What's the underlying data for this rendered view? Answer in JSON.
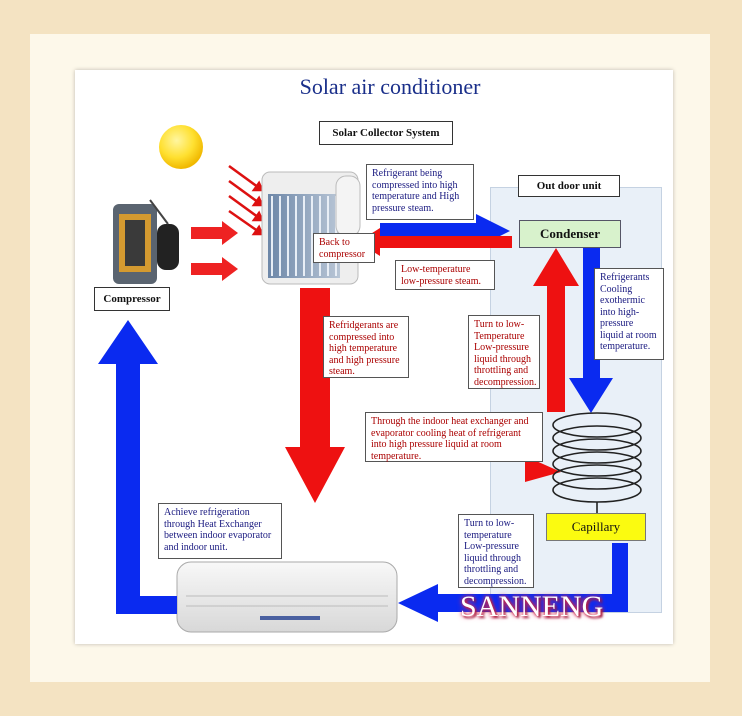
{
  "title": "Solar air conditioner",
  "labels": {
    "solar_collector": "Solar Collector System",
    "outdoor_unit": "Out door unit",
    "compressor": "Compressor",
    "condenser": "Condenser",
    "capillary": "Capillary"
  },
  "notes": {
    "refrigerant_compressed": "Refrigerant being compressed into high temperature and High pressure steam.",
    "back_to_compressor": "Back to compressor",
    "low_temp_steam": "Low-temperature low-pressure steam.",
    "refridgerants_compressed": "Refridgerants are compressed into high temperature and high pressure steam.",
    "refrigerants_cooling": "Refrigerants Cooling exothermic into high-pressure liquid at room temperature.",
    "turn_low_temp_1": "Turn to low-Temperature Low-pressure liquid through throttling and decompression.",
    "indoor_heat_exchanger": "Through the indoor heat exchanger and evaporator cooling heat of refrigerant into high pressure liquid at room temperature.",
    "achieve_refrigeration": "Achieve refrigeration through Heat Exchanger between indoor evaporator and indoor unit.",
    "turn_low_temp_2": "Turn to low-temperature Low-pressure liquid through throttling and decompression."
  },
  "brand": "SANNENG",
  "colors": {
    "red_arrow": "#ee1111",
    "blue_arrow": "#1122ee",
    "sun": "#ffe030",
    "title": "#1a2f8a"
  }
}
